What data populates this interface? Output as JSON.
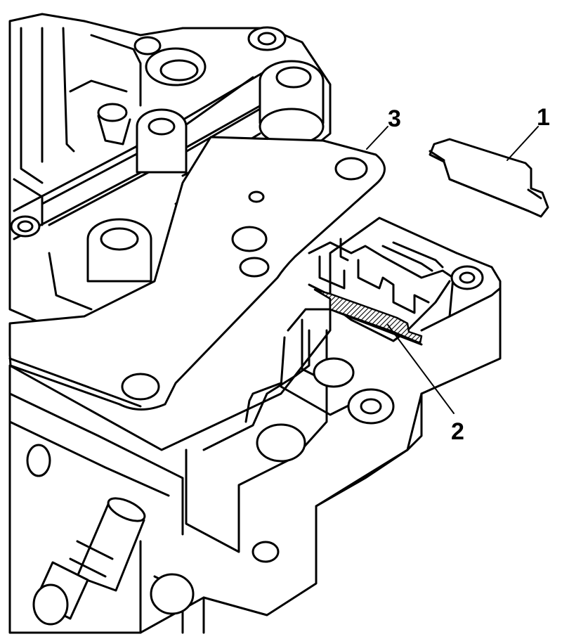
{
  "diagram": {
    "callouts": [
      {
        "id": "1",
        "label": "1"
      },
      {
        "id": "2",
        "label": "2"
      },
      {
        "id": "3",
        "label": "3"
      }
    ],
    "colors": {
      "line": "#000000",
      "background": "#ffffff",
      "hatch": "#000000"
    }
  }
}
